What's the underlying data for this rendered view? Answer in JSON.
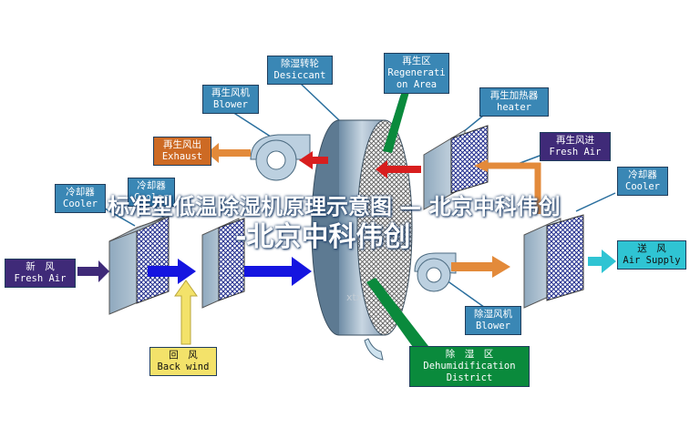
{
  "labels": {
    "desiccant": {
      "zh": "除湿转轮",
      "en": "Desiccant"
    },
    "regeneration_area": {
      "zh": "再生区",
      "en1": "Regenerati",
      "en2": "on Area"
    },
    "regen_blower": {
      "zh": "再生风机",
      "en": "Blower"
    },
    "regen_heater": {
      "zh": "再生加热器",
      "en": "heater"
    },
    "regen_exhaust": {
      "zh": "再生风出",
      "en": "Exhaust"
    },
    "regen_fresh_air": {
      "zh": "再生风进",
      "en": "Fresh Air"
    },
    "cooler_left": {
      "zh": "冷却器",
      "en": "Cooler"
    },
    "cooler_mid": {
      "zh": "冷却器",
      "en": "Cooler"
    },
    "cooler_right": {
      "zh": "冷却器",
      "en": "Cooler"
    },
    "fresh_air": {
      "zh": "新　风",
      "en": "Fresh Air"
    },
    "air_supply": {
      "zh": "送　风",
      "en": "Air Supply"
    },
    "dehum_blower": {
      "zh": "除湿风机",
      "en": "Blower"
    },
    "back_wind": {
      "zh": "回　风",
      "en": "Back wind"
    },
    "dehum_district": {
      "zh": "除　湿　区",
      "en1": "Dehumidification",
      "en2": "District"
    }
  },
  "overlay": {
    "line1": "标准型低温除湿机原理示意图 — 北京中科伟创",
    "line2": "-北京中科伟创"
  },
  "watermark": "xtx",
  "colors": {
    "label_blue": "#3a87b5",
    "label_purple": "#3f2a78",
    "supply_cyan": "#2fc4d3",
    "back_yellow": "#f3e26a",
    "district_green": "#0a8a3c",
    "exhaust_orange": "#cd6a24",
    "arrow_blue": "#1515e0",
    "arrow_red": "#d81e1e",
    "arrow_orange": "#e38a3a"
  }
}
